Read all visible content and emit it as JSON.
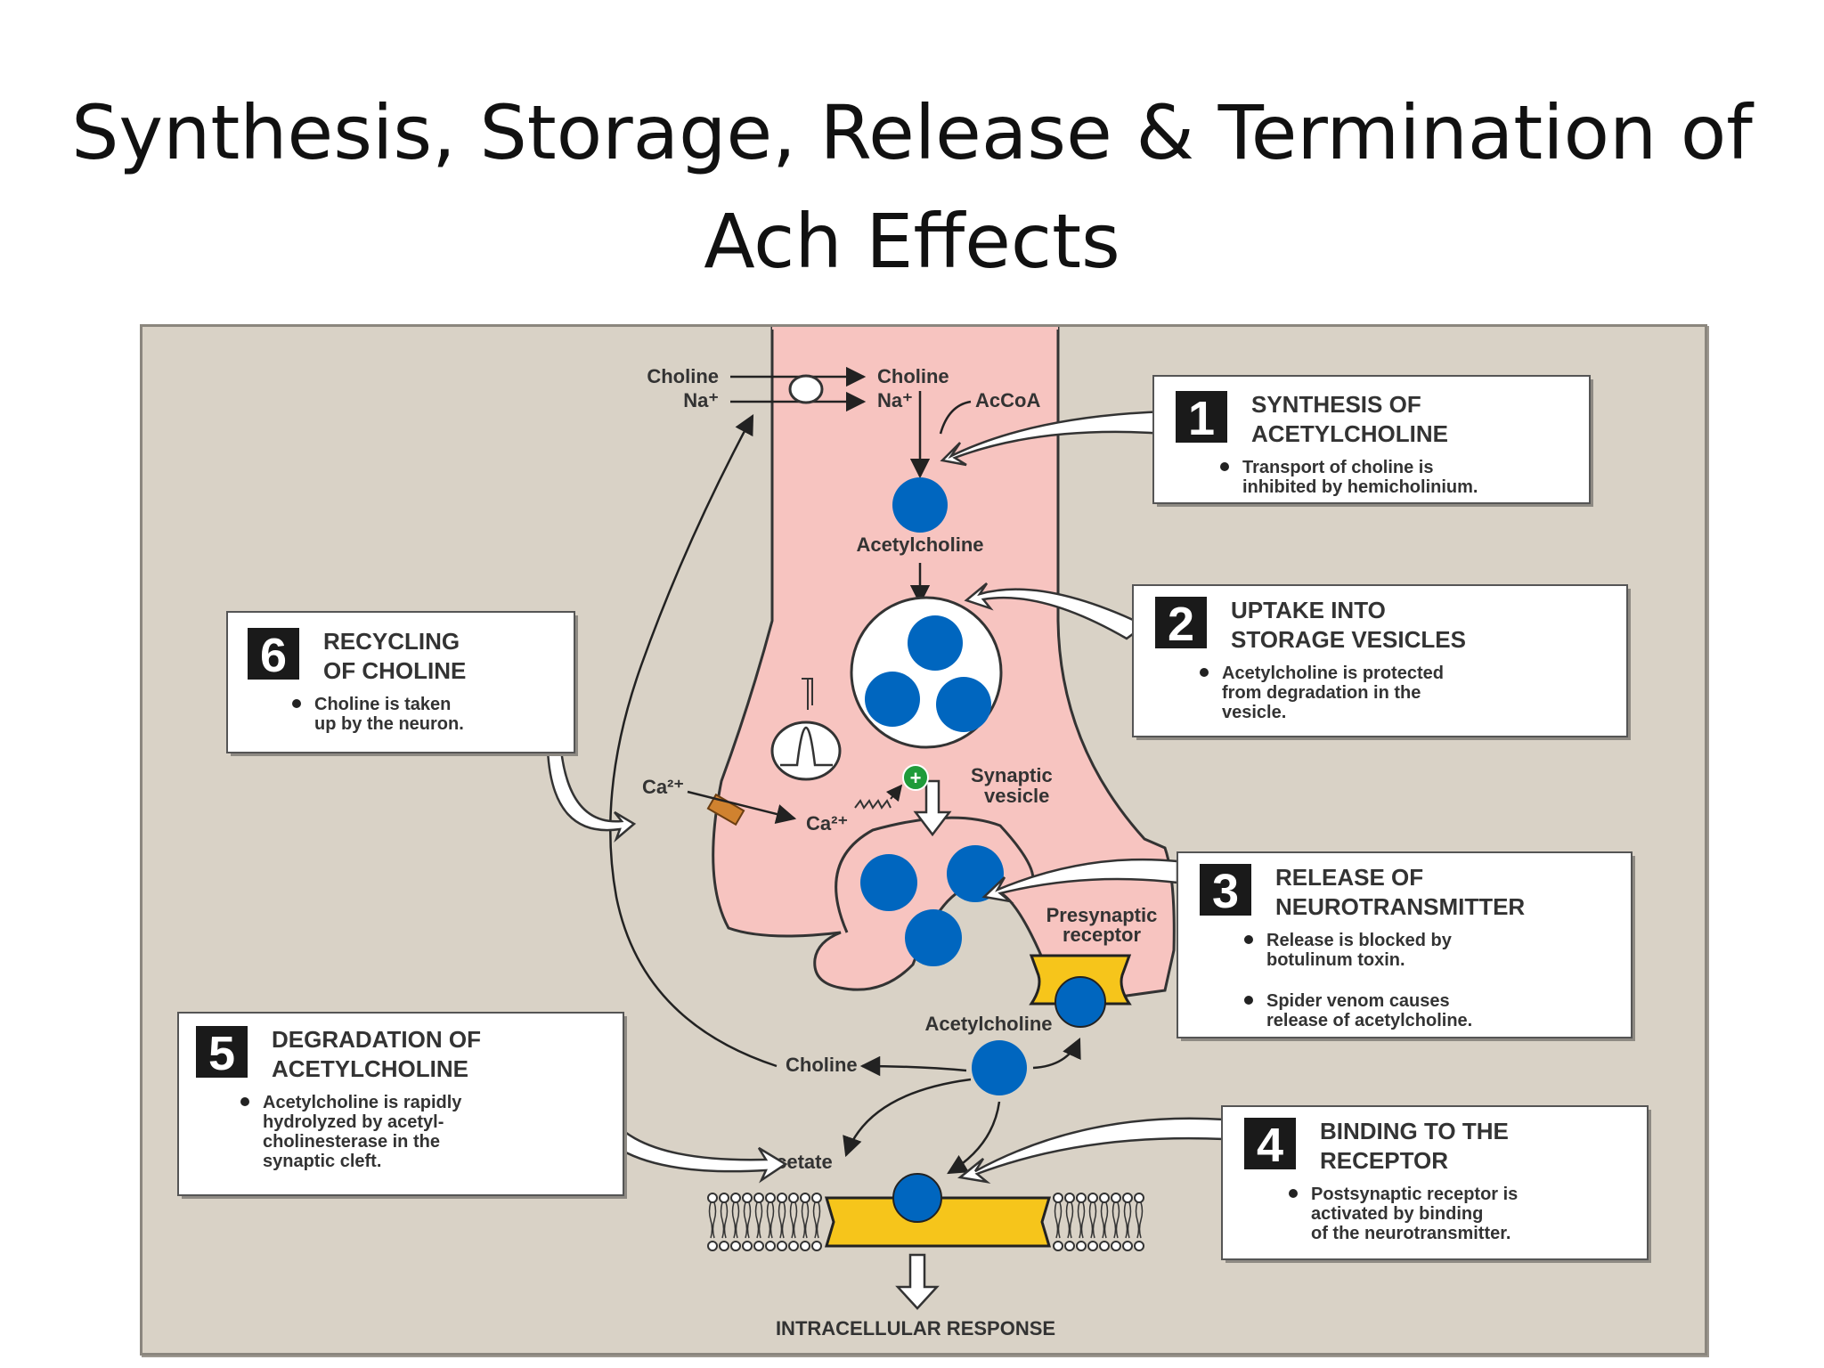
{
  "slide": {
    "title_line1": "Synthesis, Storage, Release & Termination of",
    "title_line2": "Ach Effects"
  },
  "colors": {
    "neuron": "#f7c4c0",
    "cleft": "#d9d2c6",
    "vesicle_molecule": "#0066bf",
    "receptor": "#f6c51b",
    "box_number": "#1a1a1a"
  },
  "labels": {
    "choline_in": "Choline",
    "na_in": "Na⁺",
    "choline_out": "Choline",
    "na_out": "Na⁺",
    "accoa": "AcCoA",
    "acetylcholine_top": "Acetylcholine",
    "synaptic_vesicle_1": "Synaptic",
    "synaptic_vesicle_2": "vesicle",
    "ca_outside": "Ca²⁺",
    "ca_inside": "Ca²⁺",
    "presynaptic_1": "Presynaptic",
    "presynaptic_2": "receptor",
    "acetylcholine_cleft": "Acetylcholine",
    "choline_cleft": "Choline",
    "acetate": "Acetate",
    "intracellular": "INTRACELLULAR RESPONSE",
    "plus": "+"
  },
  "boxes": [
    {
      "number": "1",
      "title1": "SYNTHESIS OF",
      "title2": "ACETYLCHOLINE",
      "bullets": [
        [
          "Transport of choline is",
          "inhibited by hemicholinium."
        ]
      ]
    },
    {
      "number": "2",
      "title1": "UPTAKE INTO",
      "title2": "STORAGE VESICLES",
      "bullets": [
        [
          "Acetylcholine is protected",
          "from degradation in the",
          "vesicle."
        ]
      ]
    },
    {
      "number": "3",
      "title1": "RELEASE OF",
      "title2": "NEUROTRANSMITTER",
      "bullets": [
        [
          "Release is blocked by",
          "botulinum toxin."
        ],
        [
          "Spider venom causes",
          "release of acetylcholine."
        ]
      ]
    },
    {
      "number": "4",
      "title1": "BINDING TO THE",
      "title2": "RECEPTOR",
      "bullets": [
        [
          "Postsynaptic receptor is",
          "activated by binding",
          "of the neurotransmitter."
        ]
      ]
    },
    {
      "number": "5",
      "title1": "DEGRADATION OF",
      "title2": "ACETYLCHOLINE",
      "bullets": [
        [
          "Acetylcholine is rapidly",
          "hydrolyzed by acetyl-",
          "cholinesterase in the",
          "synaptic cleft."
        ]
      ]
    },
    {
      "number": "6",
      "title1": "RECYCLING",
      "title2": "OF CHOLINE",
      "bullets": [
        [
          "Choline is taken",
          "up by the neuron."
        ]
      ]
    }
  ]
}
